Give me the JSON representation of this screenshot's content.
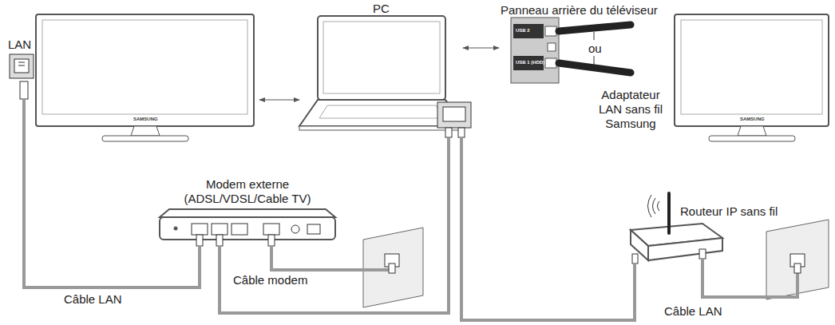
{
  "diagram": {
    "nodes": [
      {
        "text": [
          "LAN"
        ]
      },
      {
        "text": [
          "PC"
        ]
      },
      {
        "text": [
          "Panneau arrière du téléviseur"
        ]
      },
      {
        "text": [
          "Adaptateur LAN sans fil Samsung"
        ]
      },
      {
        "text": [
          "Modem externe (ADSL/VDSL/Cable TV)"
        ]
      },
      {
        "text": [
          "Routeur IP sans fil"
        ]
      }
    ],
    "edges": [
      {
        "from": 0,
        "to": 4,
        "label": "Câble LAN",
        "arrow": "none"
      },
      {
        "from": 4,
        "to": 1,
        "arrow": "none"
      },
      {
        "from": 1,
        "to": 5,
        "arrow": "none"
      },
      {
        "from": 0,
        "to": 1,
        "arrow": "both"
      },
      {
        "from": 1,
        "to": 2,
        "arrow": "both"
      }
    ],
    "labels": [
      "ou",
      "Câble modem",
      "Câble LAN",
      "SAMSUNG",
      "SAMSUNG",
      "USB 2",
      "USB 1 (HDD)"
    ]
  }
}
